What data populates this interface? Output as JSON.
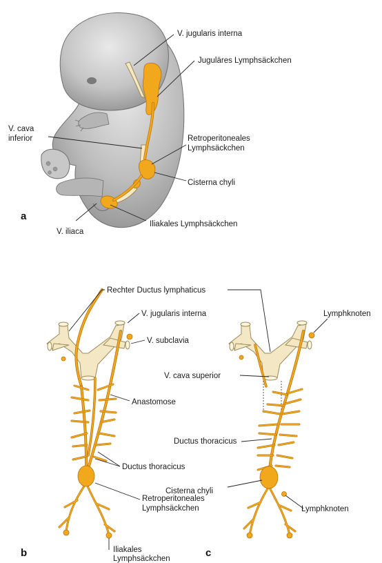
{
  "panel_a": {
    "letter": "a",
    "labels": {
      "v_jugularis_interna": "V. jugularis interna",
      "jugulaeres": "Juguläres Lymphsäckchen",
      "v_cava_inferior_1": "V. cava",
      "v_cava_inferior_2": "inferior",
      "retroperitoneales_1": "Retroperitoneales",
      "retroperitoneales_2": "Lymphsäckchen",
      "cisterna_chyli": "Cisterna chyli",
      "iliakales": "Iliakales Lymphsäckchen",
      "v_iliaca": "V. iliaca"
    }
  },
  "panel_b": {
    "letter": "b",
    "labels": {
      "rechter_ductus": "Rechter Ductus lymphaticus",
      "v_jugularis_interna": "V. jugularis interna",
      "v_subclavia": "V. subclavia",
      "anastomose": "Anastomose",
      "ductus_thoracicus": "Ductus thoracicus",
      "retroperitoneales_1": "Retroperitoneales",
      "retroperitoneales_2": "Lymphsäckchen",
      "iliakales_1": "Iliakales",
      "iliakales_2": "Lymphsäckchen"
    }
  },
  "panel_c": {
    "letter": "c",
    "labels": {
      "lymphknoten_top": "Lymphknoten",
      "v_cava_superior": "V. cava superior",
      "ductus_thoracicus": "Ductus thoracicus",
      "cisterna_chyli": "Cisterna chyli",
      "lymphknoten_bottom": "Lymphknoten"
    }
  },
  "colors": {
    "lymph": "#f2a81d",
    "vein": "#f3e7c4",
    "embryo": "#bdbdbd",
    "text": "#1a1a1a"
  }
}
